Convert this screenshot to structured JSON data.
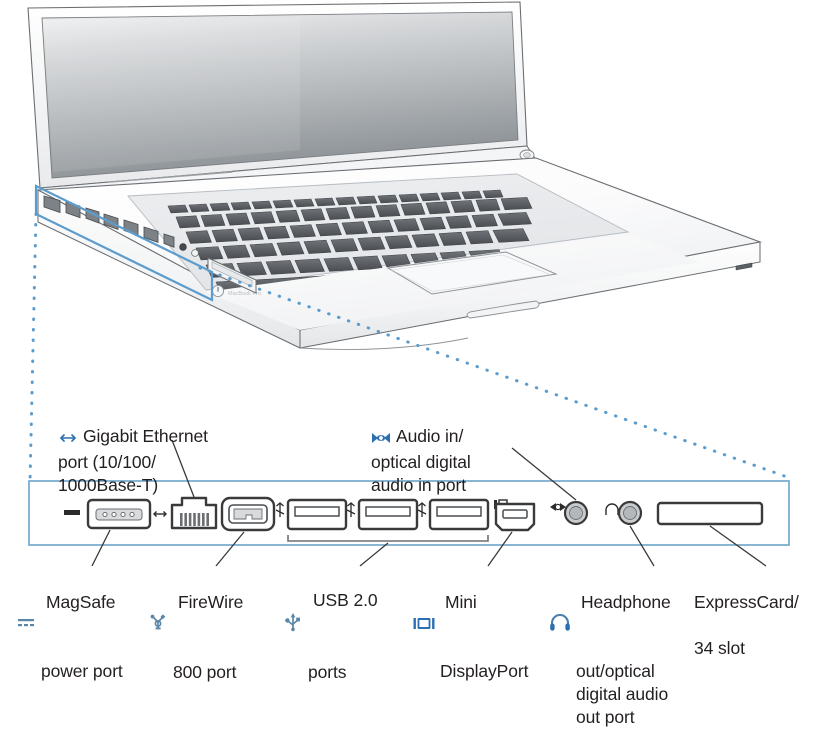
{
  "diagram": {
    "title": "MacBook Pro left side ports",
    "device": "notebook-computer-illustration",
    "accent_color": "#4a90c4",
    "callout_box_color": "#6aa3c8",
    "text_color": "#231f20",
    "icon_blue": "#2c6fb1"
  },
  "callouts_top": [
    {
      "id": "gigabit-ethernet",
      "icon": "ethernet-icon",
      "lines": [
        "Gigabit Ethernet",
        "port (10/100/",
        "1000Base-T)"
      ],
      "text": "Gigabit Ethernet\nport (10/100/\n1000Base-T)"
    },
    {
      "id": "audio-in",
      "icon": "audio-in-icon",
      "lines": [
        "Audio in/",
        "optical digital",
        "audio in port"
      ],
      "text": "Audio in/\noptical digital\naudio in port"
    }
  ],
  "callouts_bottom": [
    {
      "id": "magsafe",
      "icon": "magsafe-icon",
      "first": "MagSafe",
      "rest": "power port",
      "lines": [
        "MagSafe",
        "power port"
      ]
    },
    {
      "id": "firewire",
      "icon": "firewire-icon",
      "first": "FireWire",
      "rest": "800 port",
      "lines": [
        "FireWire",
        "800 port"
      ]
    },
    {
      "id": "usb",
      "icon": "usb-icon",
      "first": "USB 2.0",
      "rest": "ports",
      "lines": [
        "USB 2.0",
        "ports"
      ]
    },
    {
      "id": "mini-displayport",
      "icon": "display-icon",
      "first": "Mini",
      "rest": "DisplayPort",
      "lines": [
        "Mini",
        "DisplayPort"
      ]
    },
    {
      "id": "headphone-out",
      "icon": "headphone-icon",
      "first": "Headphone",
      "rest": "out/optical\ndigital audio\nout port",
      "lines": [
        "Headphone",
        "out/optical",
        "digital audio",
        "out port"
      ]
    },
    {
      "id": "expresscard",
      "icon": "none",
      "first": "ExpressCard/",
      "rest": "34 slot",
      "lines": [
        "ExpressCard/",
        "34 slot"
      ]
    }
  ],
  "port_strip": {
    "ports": [
      {
        "name": "magsafe-power-port",
        "type": "magsafe",
        "contacts": 5
      },
      {
        "name": "gigabit-ethernet-port",
        "type": "rj45"
      },
      {
        "name": "firewire-800-port",
        "type": "firewire"
      },
      {
        "name": "usb-port-1",
        "type": "usb"
      },
      {
        "name": "usb-port-2",
        "type": "usb"
      },
      {
        "name": "usb-port-3",
        "type": "usb"
      },
      {
        "name": "mini-displayport",
        "type": "minidp"
      },
      {
        "name": "audio-in-jack",
        "type": "jack"
      },
      {
        "name": "headphone-out-jack",
        "type": "jack"
      },
      {
        "name": "expresscard-34-slot",
        "type": "slot"
      }
    ]
  }
}
